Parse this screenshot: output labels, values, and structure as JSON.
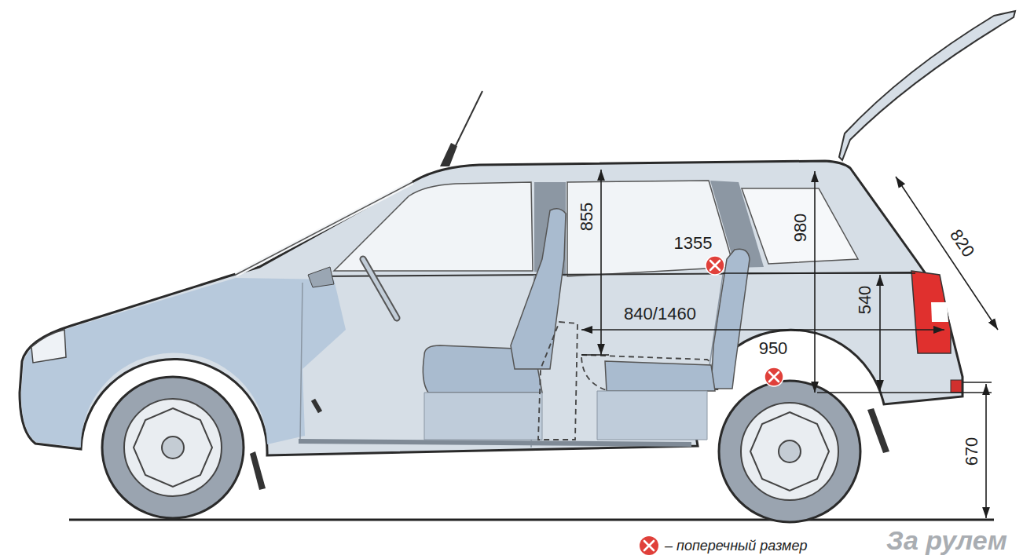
{
  "diagram": {
    "labels": [
      "855",
      "1355",
      "980",
      "820",
      "840/1460",
      "540",
      "950",
      "670",
      "За рулем"
    ],
    "legend": [
      {
        "text": "– поперечный размер"
      }
    ]
  }
}
